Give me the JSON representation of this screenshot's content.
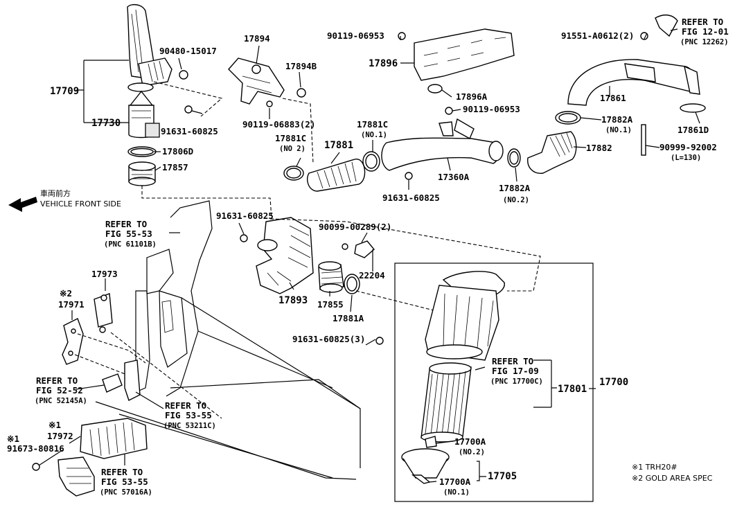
{
  "labels": {
    "p17709": "17709",
    "p90480": "90480-15017",
    "p17730": "17730",
    "p91631a": "91631-60825",
    "p17806D": "17806D",
    "p17857": "17857",
    "vehicle_jp": "車両前方",
    "vehicle_en": "VEHICLE FRONT SIDE",
    "p17894": "17894",
    "p17894B": "17894B",
    "p90119b": "90119-06883(2)",
    "p90119a": "90119-06953",
    "p17896": "17896",
    "p17896A": "17896A",
    "p90119c": "90119-06953",
    "p17881C_no1": "17881C",
    "no1_a": "(NO.1)",
    "p17881C_no2": "17881C",
    "no2_a": "(NO 2)",
    "p17881": "17881",
    "p17360A": "17360A",
    "p91631b": "91631-60825",
    "p17882A_no2": "17882A",
    "no2_b": "(NO.2)",
    "p91551": "91551-A0612(2)",
    "refer1201_a": "REFER TO",
    "refer1201_b": "FIG 12-01",
    "refer1201_c": "(PNC 12262)",
    "p17861": "17861",
    "p17882A_no1": "17882A",
    "no1_b": "(NO.1)",
    "p17861D": "17861D",
    "p17882": "17882",
    "p90999": "90999-92002",
    "l130": "(L=130)",
    "refer5553_a": "REFER TO",
    "refer5553_b": "FIG 55-53",
    "refer5553_c": "(PNC 61101B)",
    "p91631c": "91631-60825",
    "p90099": "90099-00289(2)",
    "p22204": "22204",
    "p17893": "17893",
    "p17855": "17855",
    "p17881A": "17881A",
    "p17973": "17973",
    "mark2": "※2",
    "p17971": "17971",
    "p91631d": "91631-60825(3)",
    "refer1709_a": "REFER TO",
    "refer1709_b": "FIG 17-09",
    "refer1709_c": "(PNC 17700C)",
    "p17801": "17801",
    "p17700": "17700",
    "refer5252_a": "REFER TO",
    "refer5252_b": "FIG 52-52",
    "refer5252_c": "(PNC 52145A)",
    "refer5355a_a": "REFER TO",
    "refer5355a_b": "FIG 53-55",
    "refer5355a_c": "(PNC 53211C)",
    "mark1a": "※1",
    "p17972": "17972",
    "mark1b": "※1",
    "p91673": "91673-80816",
    "refer5355b_a": "REFER TO",
    "refer5355b_b": "FIG 53-55",
    "refer5355b_c": "(PNC 57016A)",
    "p17700A_no2": "17700A",
    "no2_c": "(NO.2)",
    "p17700A_no1": "17700A",
    "no1_c": "(NO.1)",
    "p17705": "17705",
    "footnote1": "※1 TRH20#",
    "footnote2": "※2 GOLD AREA SPEC"
  }
}
